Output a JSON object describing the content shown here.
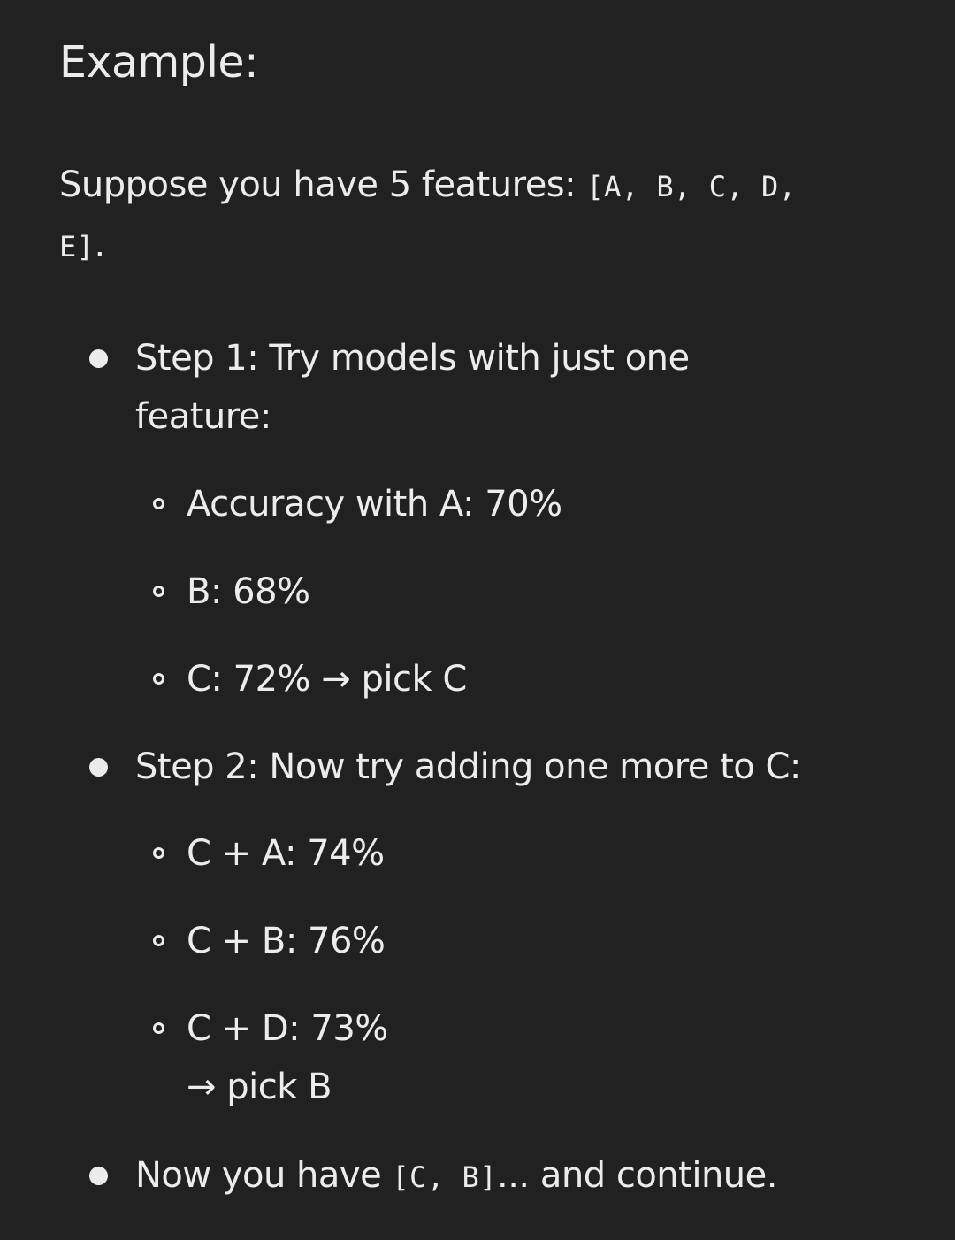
{
  "heading": "Example:",
  "intro": {
    "text": "Suppose you have 5 features: ",
    "code_line1": "[A, B, C, D,",
    "code_line2": "E]",
    "end": "."
  },
  "steps": [
    {
      "line1": "Step 1: Try models with just one",
      "line2": "feature:",
      "items": [
        "Accuracy with A: 70%",
        "B: 68%",
        "C: 72% → pick C"
      ]
    },
    {
      "line1": "Step 2: Now try adding one more to C:",
      "items": [
        "C + A: 74%",
        "C + B: 76%",
        "C + D: 73%"
      ],
      "last_item_continuation": "→ pick B"
    },
    {
      "before": "Now you have ",
      "code": "[C, B]",
      "after": "... and continue."
    }
  ]
}
